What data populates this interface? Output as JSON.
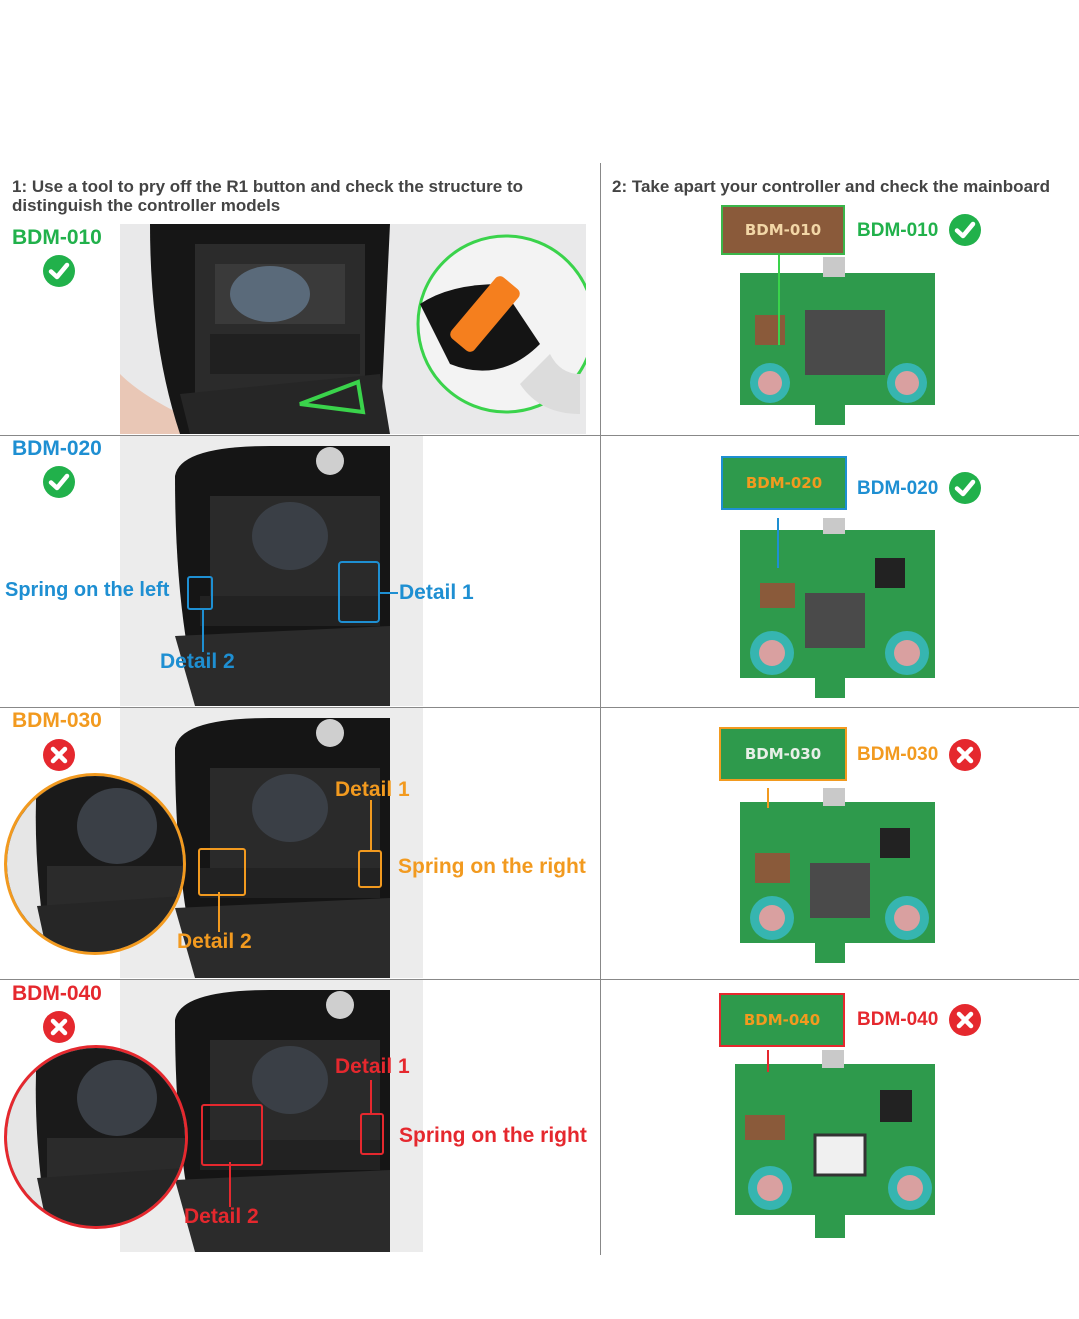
{
  "headers": {
    "left_line1": "1: Use a tool to pry off the R1 button and check the structure to",
    "left_line2": "distinguish the controller models",
    "right": "2: Take apart your controller and check the mainboard"
  },
  "rows": [
    {
      "model": "BDM-010",
      "status": "ok",
      "board_tag": "BDM-010",
      "board_label": "BDM-010"
    },
    {
      "model": "BDM-020",
      "status": "ok",
      "board_tag": "BDM-020",
      "board_label": "BDM-020",
      "callouts": {
        "spring": "Spring on the left",
        "detail1": "Detail 1",
        "detail2": "Detail 2"
      }
    },
    {
      "model": "BDM-030",
      "status": "no",
      "board_tag": "BDM-030",
      "board_label": "BDM-030",
      "callouts": {
        "spring": "Spring on the right",
        "detail1": "Detail 1",
        "detail2": "Detail 2"
      }
    },
    {
      "model": "BDM-040",
      "status": "no",
      "board_tag": "BDM-040",
      "board_label": "BDM-040",
      "callouts": {
        "spring": "Spring on the right",
        "detail1": "Detail 1",
        "detail2": "Detail 2"
      }
    }
  ],
  "colors": {
    "green": "#21b14b",
    "blue": "#1e8fd2",
    "orange": "#f29a1f",
    "red": "#e5282e",
    "pcb": "#2e9a4c"
  }
}
